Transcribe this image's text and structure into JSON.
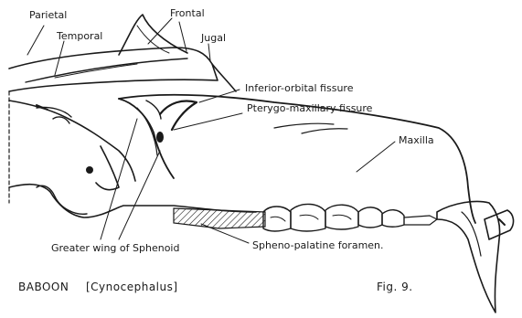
{
  "labels": {
    "parietal": "Parietal",
    "temporal": "Temporal",
    "frontal": "Frontal",
    "jugal": "Jugal",
    "inferior_orbital_fissure": "Inferior-orbital fissure",
    "pterygo_maxillary_fissure": "Pterygo-maxillary fissure",
    "maxilla": "Maxilla",
    "greater_wing_of_sphenoid": "Greater wing of Sphenoid",
    "spheno_palatine_foramen": "Spheno-palatine foramen."
  },
  "caption": {
    "title": "BABOON",
    "genus": "[Cynocephalus]",
    "figure_number": "Fig. 9."
  }
}
